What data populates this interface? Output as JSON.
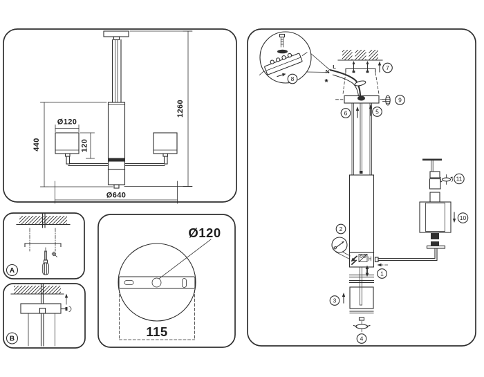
{
  "sheet": {
    "line_color": "#2f2f2f",
    "bg_color": "#ffffff"
  },
  "overview": {
    "shade_dia": "Ø120",
    "arm_drop": "440",
    "shade_height": "120",
    "total_height": "1260",
    "total_dia": "Ø640"
  },
  "mount_a": {
    "label": "A"
  },
  "mount_b": {
    "label": "B"
  },
  "canopy_detail": {
    "canopy_dia": "Ø120",
    "bracket_width": "115"
  },
  "assembly": {
    "steps": [
      "1",
      "2",
      "3",
      "4",
      "5",
      "6",
      "7",
      "8",
      "9",
      "10",
      "11"
    ],
    "wire_neutral_label": "N",
    "wire_live_label": "L",
    "footnote_mark": "*"
  }
}
